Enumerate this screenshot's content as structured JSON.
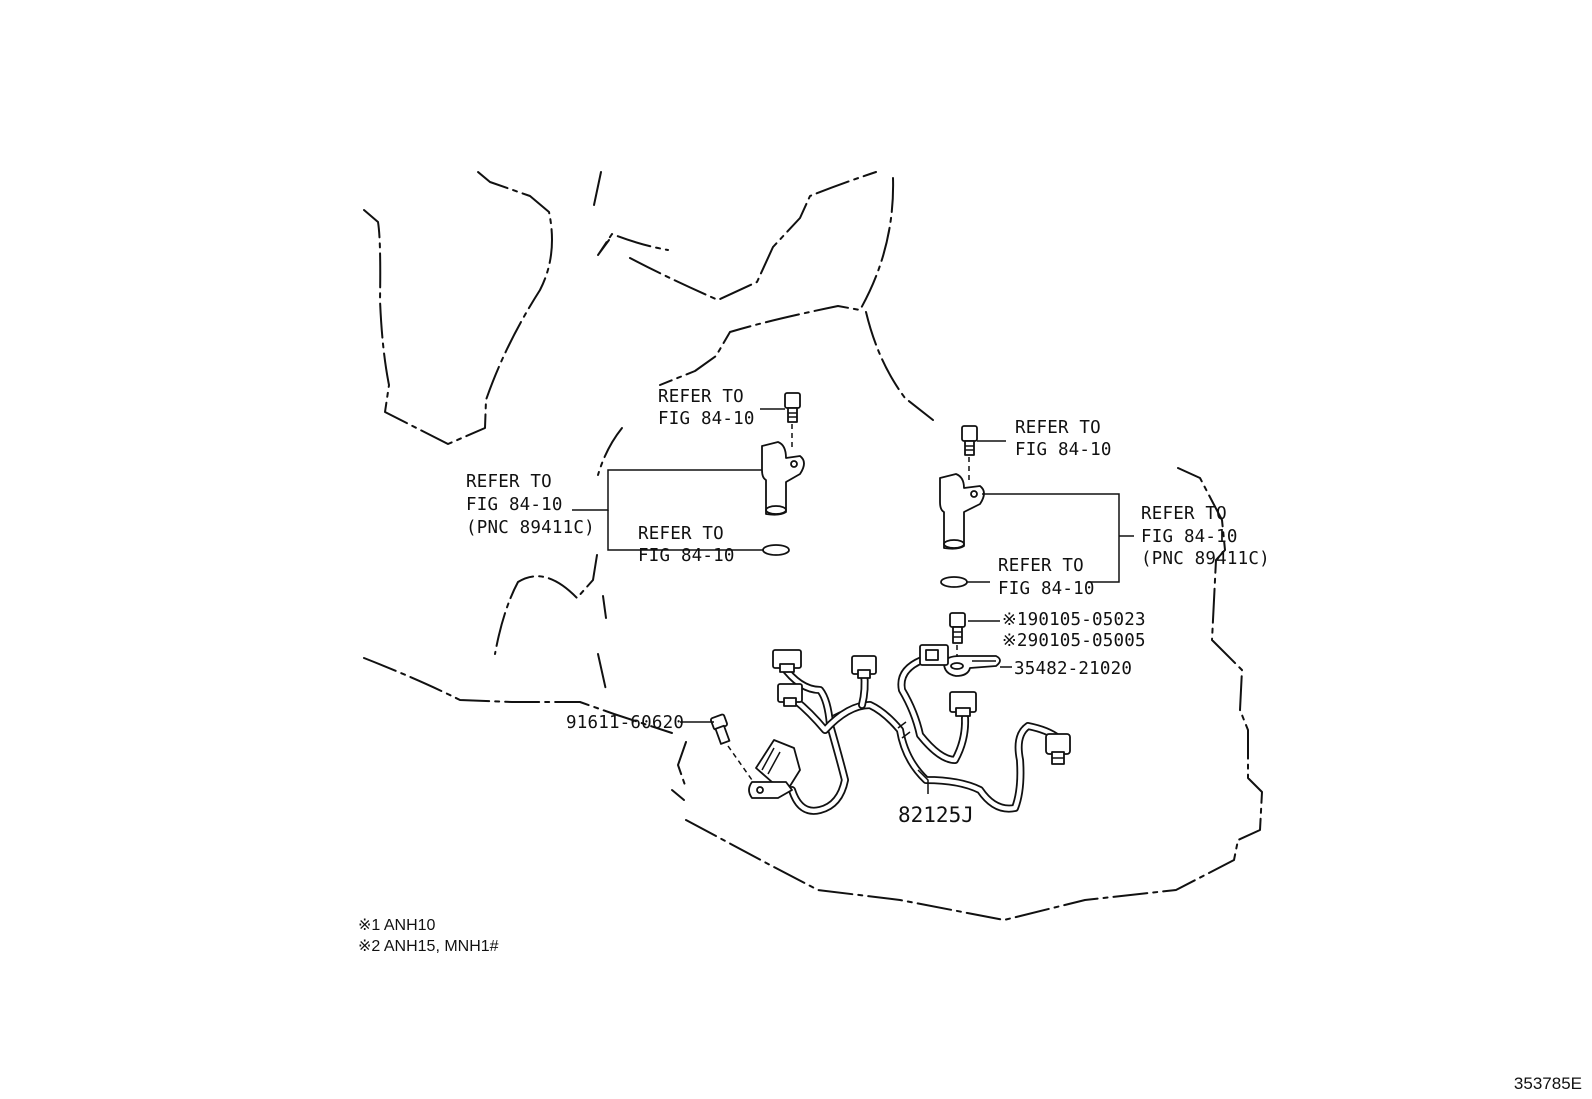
{
  "refer_labels": {
    "top_left": [
      "REFER TO",
      "FIG 84-10"
    ],
    "left_bracket": [
      "REFER TO",
      "FIG 84-10",
      "(PNC 89411C)"
    ],
    "left_oring": [
      "REFER TO",
      "FIG 84-10"
    ],
    "top_right": [
      "REFER TO",
      "FIG 84-10"
    ],
    "right_bracket": [
      "REFER TO",
      "FIG 84-10",
      "(PNC 89411C)"
    ],
    "right_oring": [
      "REFER TO",
      "FIG 84-10"
    ]
  },
  "part_numbers": {
    "bolt_anh10": "※190105-05023",
    "bolt_anh15": "※290105-05005",
    "clamp": "35482-21020",
    "stud_bolt": "91611-60620",
    "wire_harness": "82125J"
  },
  "footnotes": {
    "note1": "※1 ANH10",
    "note2": "※2 ANH15, MNH1#"
  },
  "figure_id": "353785E",
  "icons": [
    "bolt-icon",
    "sensor-icon",
    "o-ring-icon",
    "clamp-icon",
    "connector-icon",
    "wire-harness-icon"
  ]
}
